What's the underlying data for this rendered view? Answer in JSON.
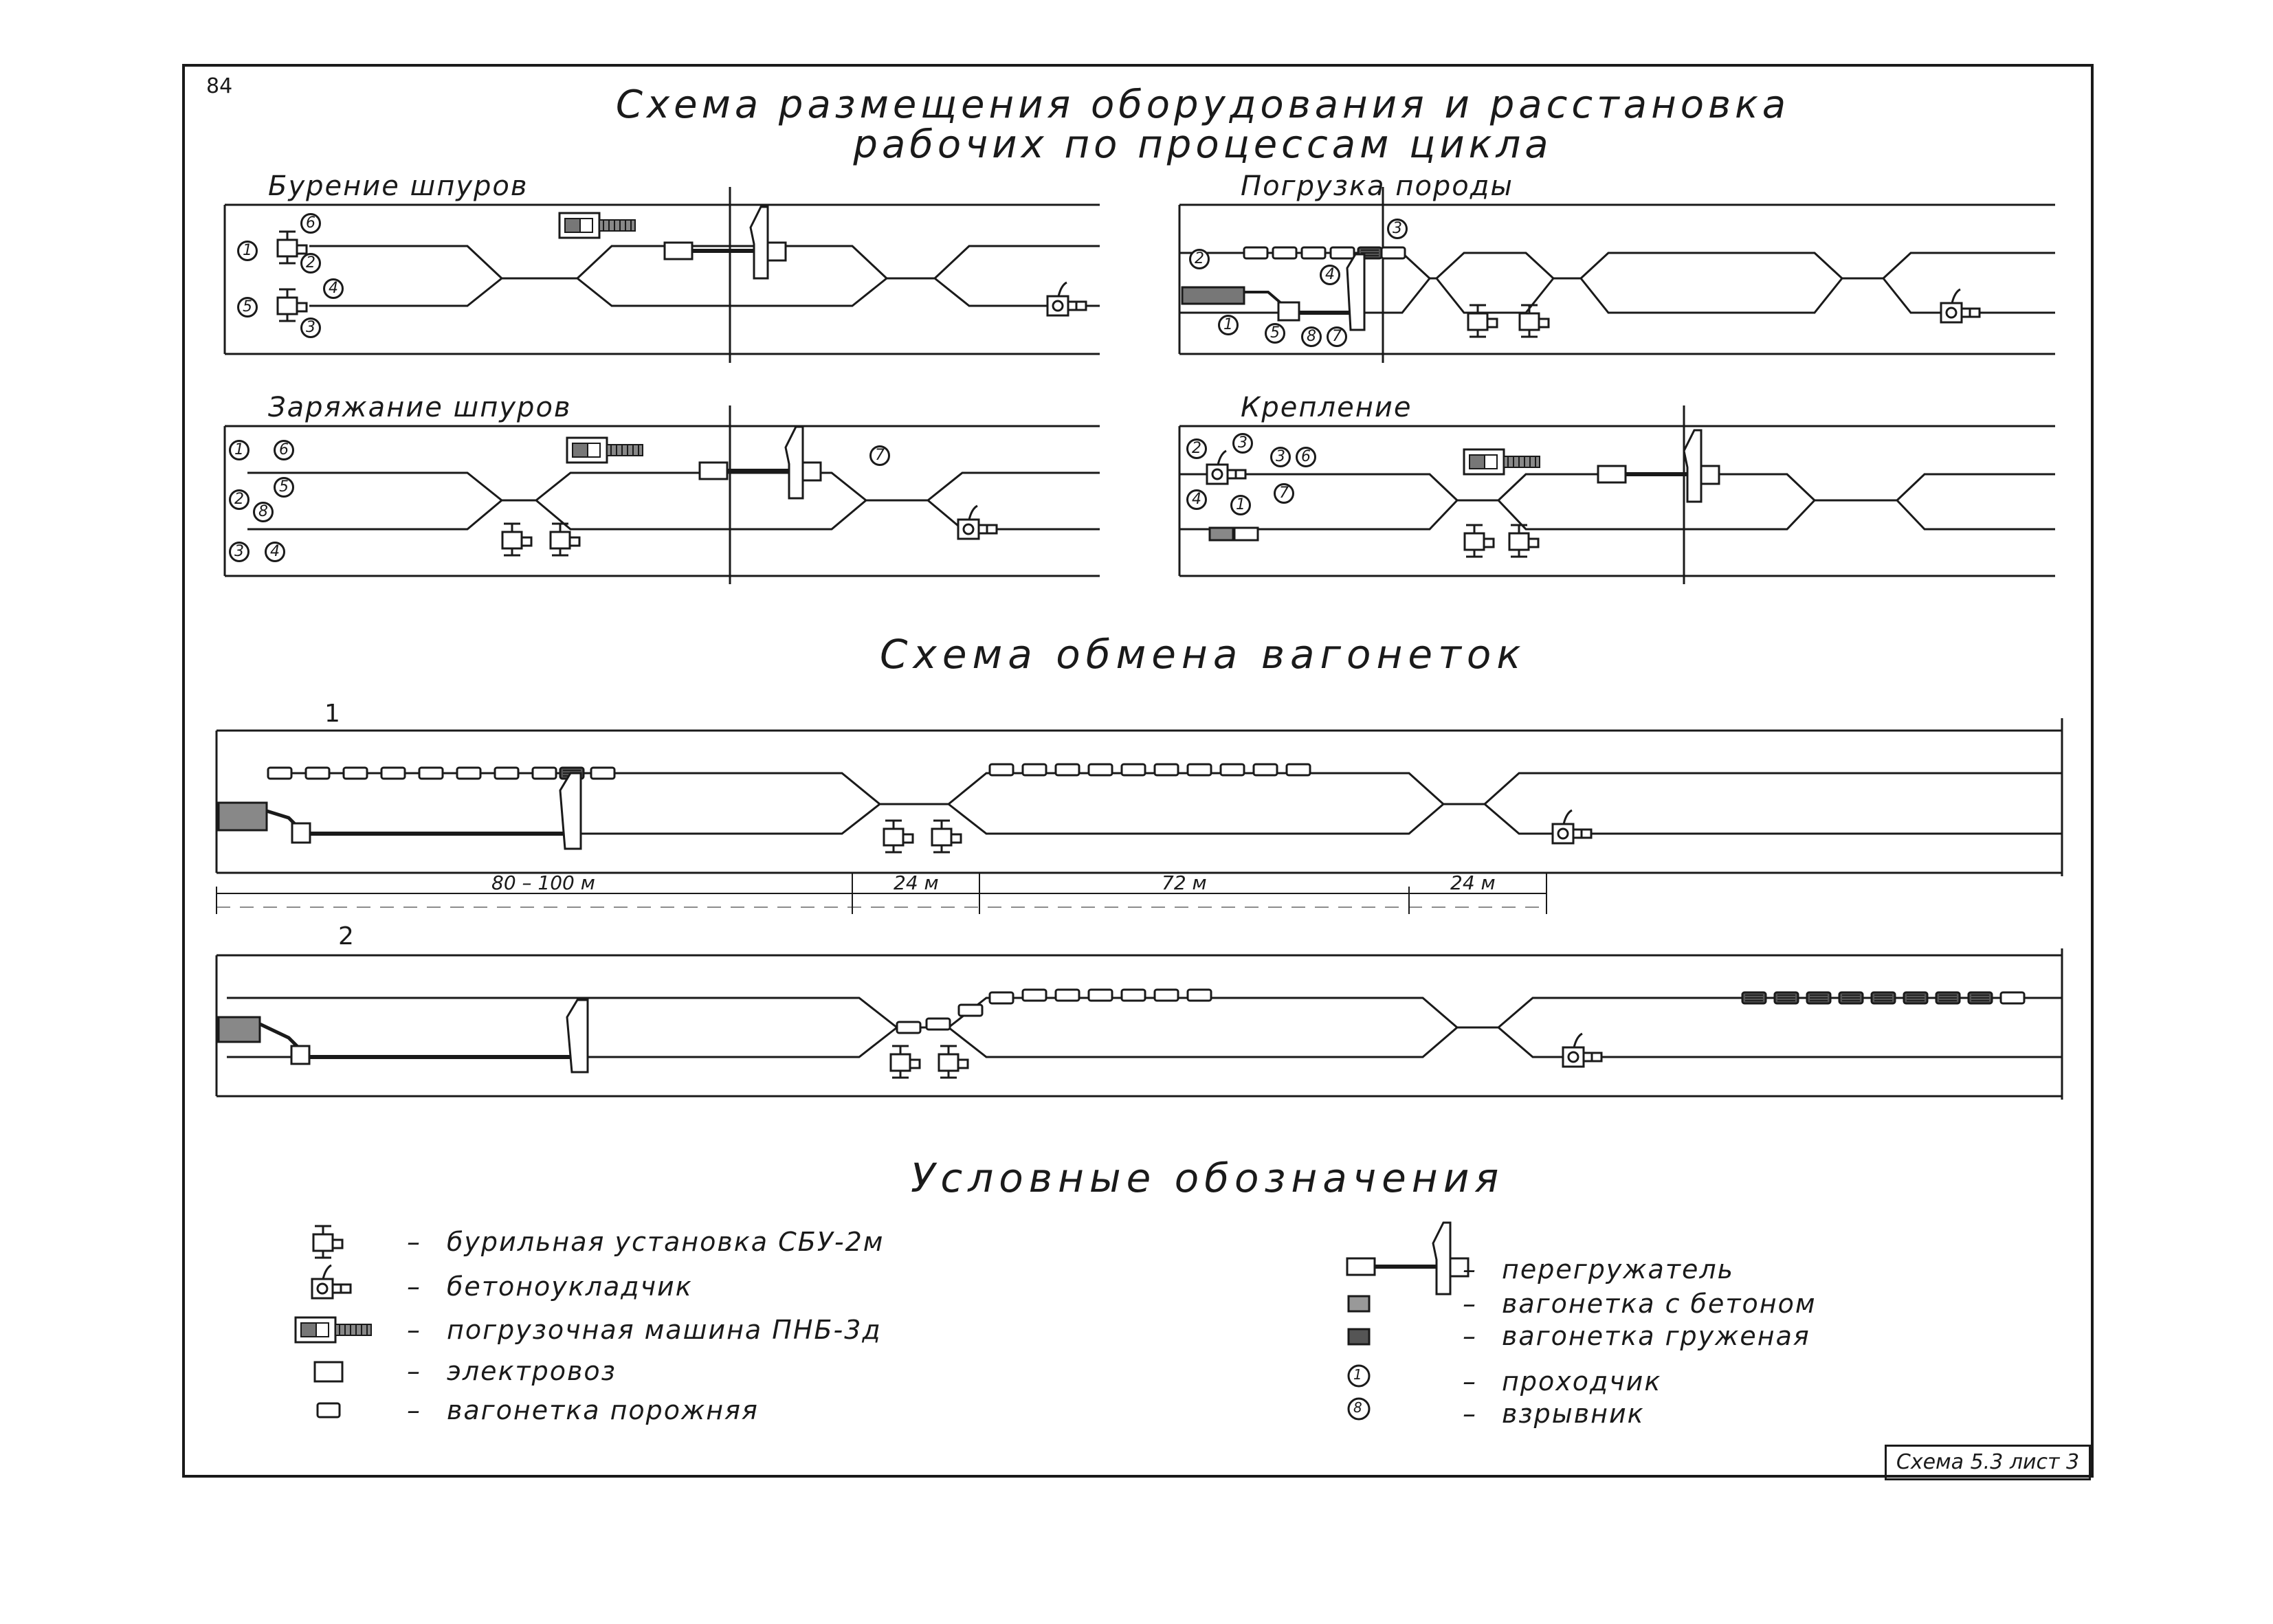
{
  "page_number": "84",
  "title": {
    "line1": "Схема размещения оборудования и расстановка",
    "line2": "рабочих по процессам цикла"
  },
  "panels": {
    "drilling": {
      "title": "Бурение шпуров",
      "workers": [
        "6",
        "1",
        "2",
        "4",
        "5",
        "3"
      ]
    },
    "loading": {
      "title": "Погрузка породы",
      "workers": [
        "3",
        "2",
        "4",
        "1",
        "5",
        "8",
        "7"
      ]
    },
    "charging": {
      "title": "Заряжание шпуров",
      "workers": [
        "1",
        "6",
        "5",
        "2",
        "8",
        "3",
        "4",
        "7"
      ]
    },
    "support": {
      "title": "Крепление",
      "workers": [
        "2",
        "3",
        "3",
        "6",
        "4",
        "1",
        "7"
      ]
    }
  },
  "exchange": {
    "title": "Схема обмена вагонеток",
    "scheme1_label": "1",
    "scheme2_label": "2",
    "dims": [
      "80 – 100 м",
      "24 м",
      "72 м",
      "24 м"
    ]
  },
  "legend": {
    "title": "Условные обозначения",
    "dash": "–",
    "items_left": [
      {
        "icon": "drill-rig-icon",
        "label": "бурильная установка СБУ-2м"
      },
      {
        "icon": "concrete-placer-icon",
        "label": "бетоноукладчик"
      },
      {
        "icon": "loader-icon",
        "label": "погрузочная машина ПНБ-3д"
      },
      {
        "icon": "locomotive-icon",
        "label": "электровоз"
      },
      {
        "icon": "empty-wagon-icon",
        "label": "вагонетка порожняя"
      }
    ],
    "items_right": [
      {
        "icon": "transloader-icon",
        "label": "перегружатель"
      },
      {
        "icon": "concrete-wagon-icon",
        "label": "вагонетка с бетоном"
      },
      {
        "icon": "loaded-wagon-icon",
        "label": "вагонетка груженая"
      },
      {
        "icon": "worker-icon",
        "symbol": "1",
        "label": "проходчик"
      },
      {
        "icon": "blaster-icon",
        "symbol": "8",
        "label": "взрывник"
      }
    ]
  },
  "stamp": "Схема 5.3 лист 3"
}
